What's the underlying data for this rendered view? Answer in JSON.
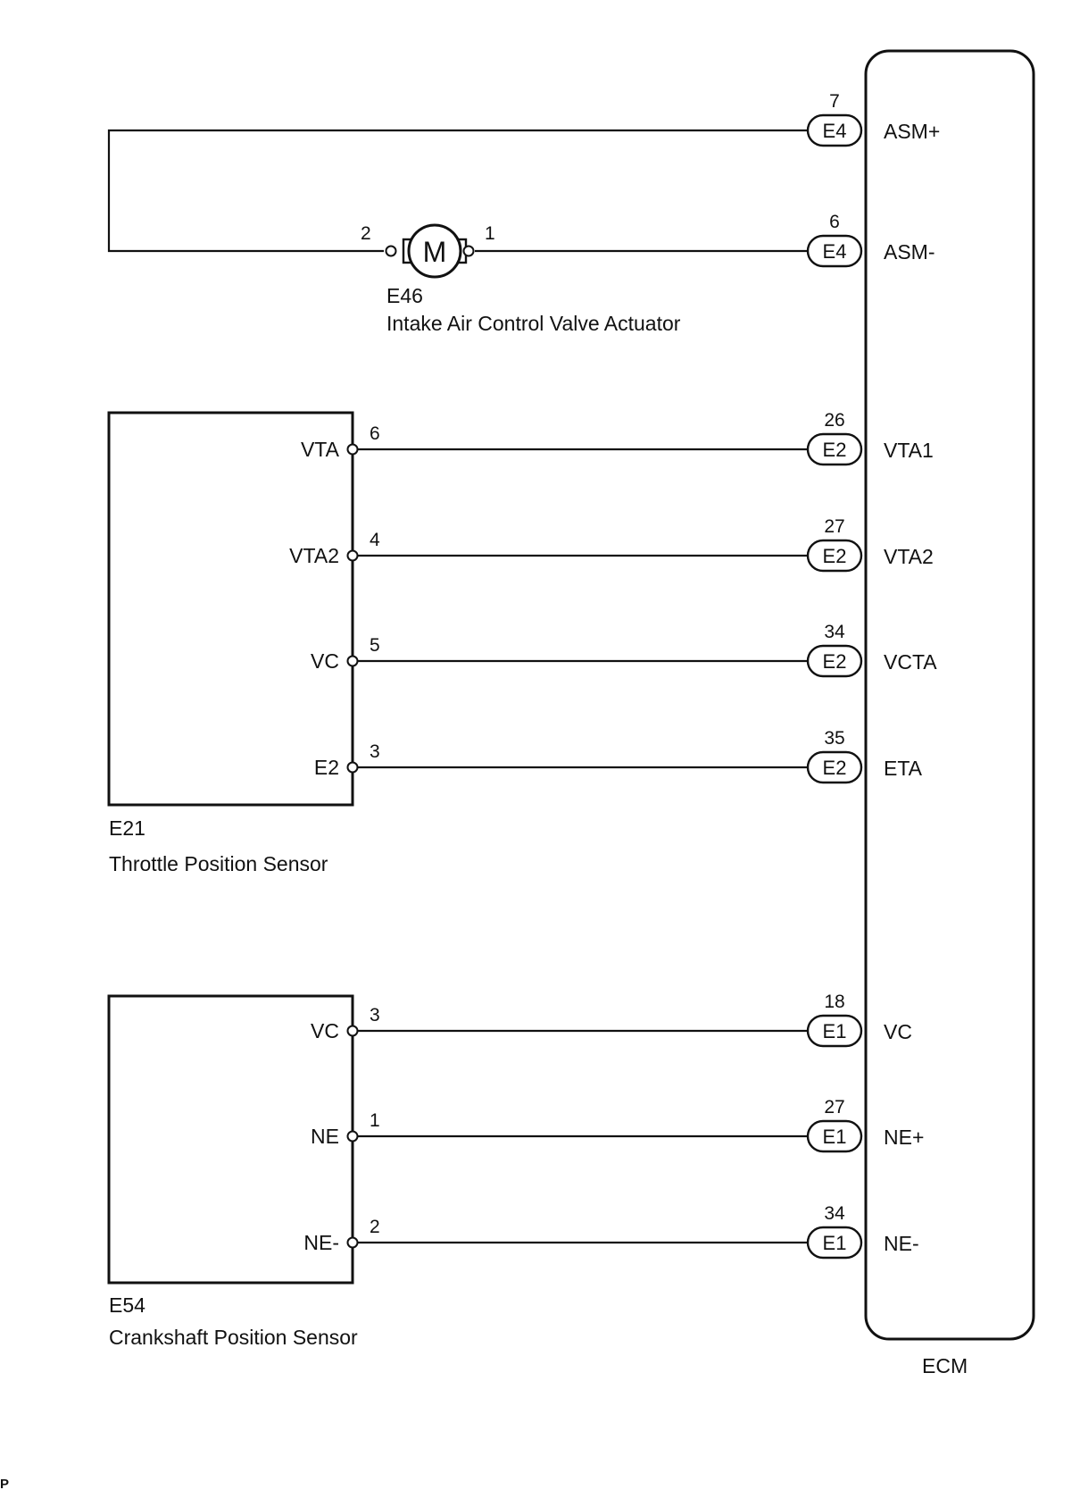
{
  "ecm": {
    "label": "ECM",
    "terminals": [
      {
        "pin": "7",
        "connector": "E4",
        "name": "ASM+"
      },
      {
        "pin": "6",
        "connector": "E4",
        "name": "ASM-"
      },
      {
        "pin": "26",
        "connector": "E2",
        "name": "VTA1"
      },
      {
        "pin": "27",
        "connector": "E2",
        "name": "VTA2"
      },
      {
        "pin": "34",
        "connector": "E2",
        "name": "VCTA"
      },
      {
        "pin": "35",
        "connector": "E2",
        "name": "ETA"
      },
      {
        "pin": "18",
        "connector": "E1",
        "name": "VC"
      },
      {
        "pin": "27",
        "connector": "E1",
        "name": "NE+"
      },
      {
        "pin": "34",
        "connector": "E1",
        "name": "NE-"
      }
    ]
  },
  "actuator": {
    "code": "E46",
    "name": "Intake Air Control Valve Actuator",
    "symbol": "M",
    "pin_left": "2",
    "pin_right": "1"
  },
  "throttle_sensor": {
    "code": "E21",
    "name": "Throttle Position Sensor",
    "terminals": [
      {
        "name": "VTA",
        "pin": "6"
      },
      {
        "name": "VTA2",
        "pin": "4"
      },
      {
        "name": "VC",
        "pin": "5"
      },
      {
        "name": "E2",
        "pin": "3"
      }
    ]
  },
  "crankshaft_sensor": {
    "code": "E54",
    "name": "Crankshaft Position Sensor",
    "terminals": [
      {
        "name": "VC",
        "pin": "3"
      },
      {
        "name": "NE",
        "pin": "1"
      },
      {
        "name": "NE-",
        "pin": "2"
      }
    ]
  },
  "footer_mark": "P"
}
